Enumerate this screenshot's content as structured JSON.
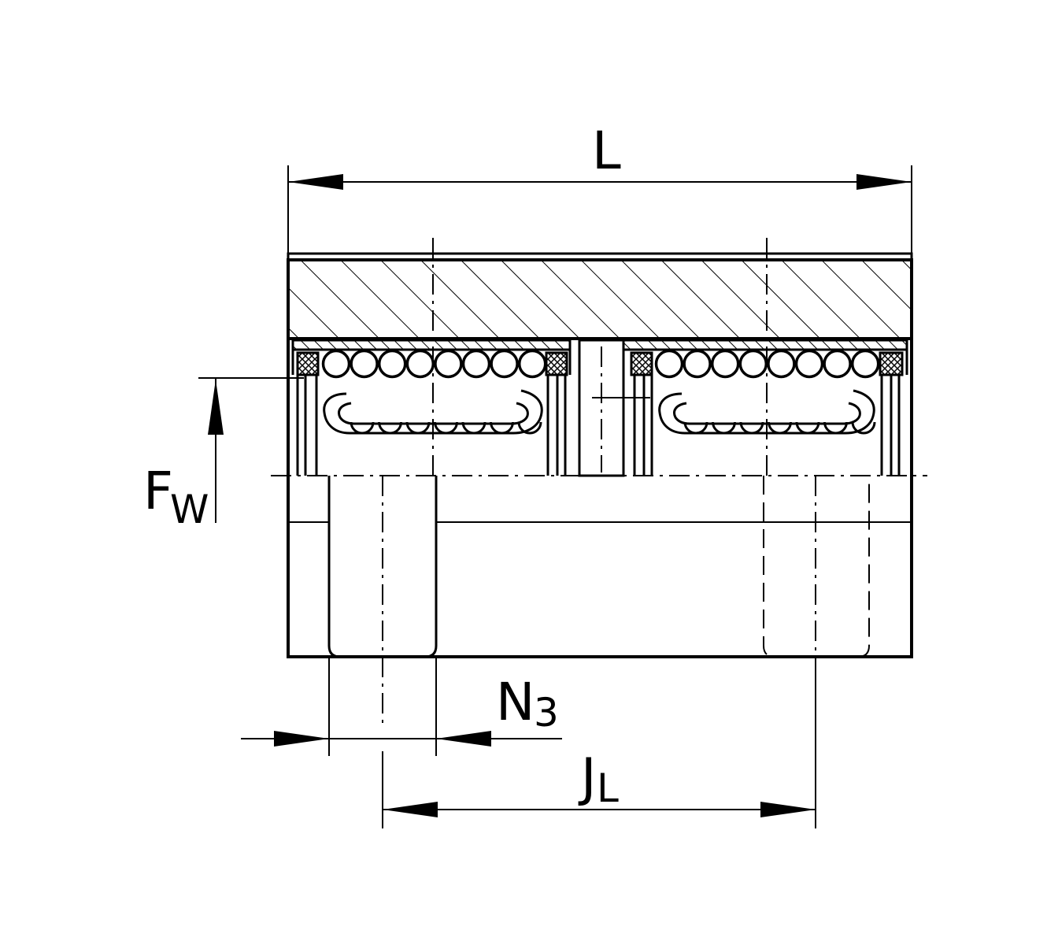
{
  "labels": {
    "L": "L",
    "F_main": "F",
    "F_sub": "W",
    "N_main": "N",
    "N_sub": "3",
    "J_main": "J",
    "J_sub": "L"
  },
  "colors": {
    "line": "#000000",
    "background": "#ffffff"
  }
}
